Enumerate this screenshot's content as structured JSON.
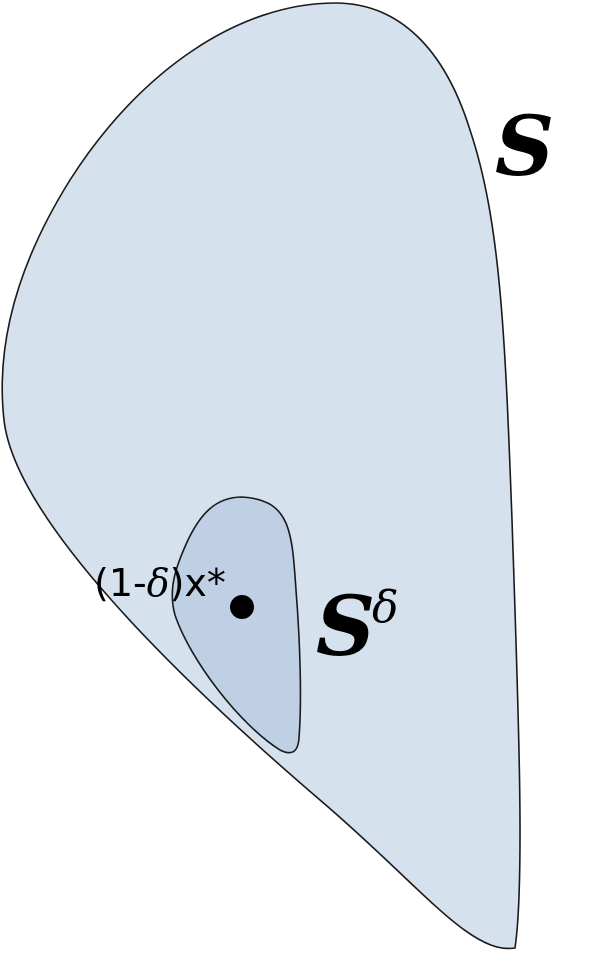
{
  "labels": {
    "outer_set": "S",
    "inner_set_base": "S",
    "inner_set_superscript": "δ",
    "point_prefix": "(1-",
    "point_delta": "δ",
    "point_suffix": ")x*"
  },
  "colors": {
    "outer_fill": "#d5e1ed",
    "inner_fill": "#bfd0e4",
    "stroke": "#1a1a1a",
    "point": "#000000"
  }
}
